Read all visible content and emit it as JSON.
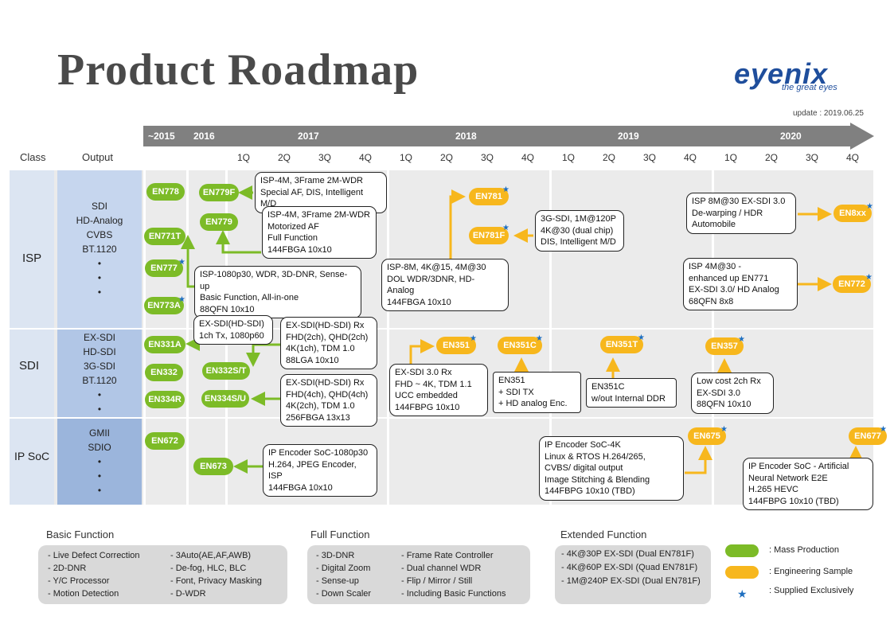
{
  "title": "Product Roadmap",
  "logo": {
    "brand": "eyenix",
    "slogan": "the great eyes"
  },
  "update": "update : 2019.06.25",
  "timeline": {
    "years": [
      "~2015",
      "2016",
      "2017",
      "2018",
      "2019",
      "2020"
    ],
    "quarters": [
      "1Q",
      "2Q",
      "3Q",
      "4Q",
      "1Q",
      "2Q",
      "3Q",
      "4Q",
      "1Q",
      "2Q",
      "3Q",
      "4Q",
      "1Q",
      "2Q",
      "3Q",
      "4Q"
    ]
  },
  "headers": {
    "class": "Class",
    "output": "Output"
  },
  "classes": [
    {
      "name": "ISP",
      "output": "SDI\nHD-Analog\nCVBS\nBT.1120\n•\n•\n•"
    },
    {
      "name": "SDI",
      "output": "EX-SDI\nHD-SDI\n3G-SDI\nBT.1120\n•\n•"
    },
    {
      "name": "IP SoC",
      "output": "GMII\nSDIO\n•\n•\n•"
    }
  ],
  "chips": {
    "en778": "EN778",
    "en779f": "EN779F",
    "en779": "EN779",
    "en771t": "EN771T",
    "en777": "EN777",
    "en773a": "EN773A",
    "en781": "EN781",
    "en781f": "EN781F",
    "en8xx": "EN8xx",
    "en772": "EN772",
    "en331a": "EN331A",
    "en332": "EN332",
    "en332st": "EN332S/T",
    "en334r": "EN334R",
    "en334su": "EN334S/U",
    "en351": "EN351",
    "en351c": "EN351C",
    "en351t": "EN351T",
    "en357": "EN357",
    "en672": "EN672",
    "en673": "EN673",
    "en675": "EN675",
    "en677": "EN677"
  },
  "boxes": {
    "b779f": "ISP-4M, 3Frame 2M-WDR\nSpecial AF, DIS, Intelligent M/D",
    "b779": "ISP-4M, 3Frame 2M-WDR\nMotorized AF\nFull Function\n144FBGA 10x10",
    "b771": "ISP-1080p30, WDR, 3D-DNR, Sense-up\nBasic Function, All-in-one\n88QFN 10x10",
    "b781": "ISP-8M,  4K@15, 4M@30\nDOL WDR/3DNR, HD- Analog\n144FBGA 10x10",
    "b781f": "3G-SDI, 1M@120P\n4K@30 (dual chip)\nDIS,  Intelligent M/D",
    "b8xx": "ISP 8M@30  EX-SDI 3.0\nDe-warping / HDR\nAutomobile",
    "b772": "ISP 4M@30  -\nenhanced up EN771\nEX-SDI 3.0/  HD Analog\n68QFN 8x8",
    "b331": "EX-SDI(HD-SDI)\n1ch Tx, 1080p60",
    "b332": "EX-SDI(HD-SDI) Rx\nFHD(2ch), QHD(2ch)\n4K(1ch), TDM 1.0\n88LGA 10x10",
    "b334": "EX-SDI(HD-SDI) Rx\nFHD(4ch), QHD(4ch)\n4K(2ch), TDM 1.0\n256FBGA 13x13",
    "b351": "EX-SDI 3.0 Rx\nFHD ~ 4K, TDM 1.1\nUCC embedded\n144FBPG 10x10",
    "b351c": "EN351\n + SDI TX\n + HD analog Enc.",
    "b351t": "EN351C\nw/out  Internal DDR",
    "b357": "Low cost 2ch Rx\n EX-SDI 3.0\n88QFN 10x10",
    "b673": "IP Encoder SoC-1080p30\nH.264, JPEG Encoder, ISP\n144FBGA 10x10",
    "b675": "IP Encoder SoC-4K\nLinux & RTOS  H.264/265,\nCVBS/ digital output\nImage Stitching  &  Blending\n144FBPG 10x10 (TBD)",
    "b677": "IP Encoder SoC - Artificial\nNeural Network E2E\nH.265 HEVC\n144FBPG 10x10 (TBD)"
  },
  "legend": {
    "basic": {
      "title": "Basic Function",
      "col1": "- Live Defect  Correction\n- 2D-DNR\n- Y/C Processor\n- Motion Detection",
      "col2": "- 3Auto(AE,AF,AWB)\n- De-fog, HLC,  BLC\n- Font, Privacy Masking\n- D-WDR"
    },
    "full": {
      "title": "Full Function",
      "col1": "- 3D-DNR\n- Digital Zoom\n- Sense-up\n- Down Scaler",
      "col2": "- Frame Rate Controller\n- Dual channel  WDR\n- Flip / Mirror / Still\n- Including Basic Functions"
    },
    "extended": {
      "title": "Extended Function",
      "col1": "-  4K@30P EX-SDI (Dual EN781F)\n-  4K@60P EX-SDI (Quad EN781F)\n-  1M@240P EX-SDI (Dual EN781F)"
    },
    "keys": {
      "mass": ":   Mass Production",
      "eng": ":   Engineering Sample",
      "excl": ":   Supplied Exclusively"
    }
  },
  "colors": {
    "mass": "#7cbb27",
    "engineering": "#f7b71d",
    "star": "#1f6fc0",
    "brand": "#1f4e9c"
  }
}
